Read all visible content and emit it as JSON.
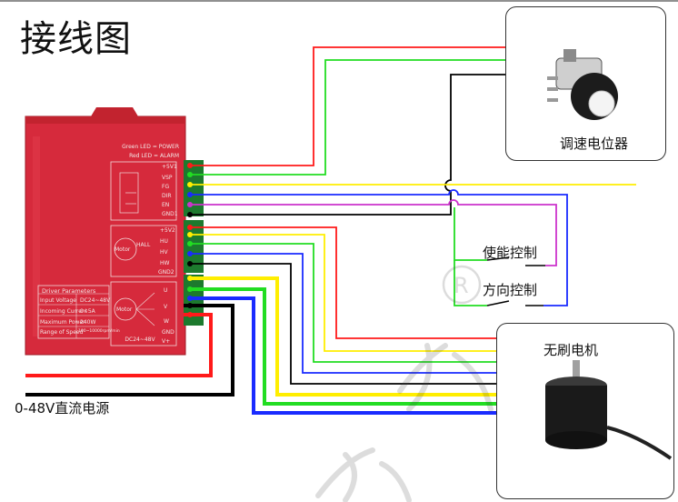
{
  "title": "接线图",
  "labels": {
    "potentiometer": "调速电位器",
    "motor": "无刷电机",
    "enable_control": "使能控制",
    "direction_control": "方向控制",
    "power_supply": "0-48V直流电源"
  },
  "driver_panel": {
    "led_green": "Green LED = POWER",
    "led_red": "Red LED = ALARM",
    "control_pins": [
      "+5V1",
      "VSP",
      "FG",
      "DIR",
      "EN",
      "GND1"
    ],
    "hall_pins": [
      "+5V2",
      "HU",
      "HV",
      "HW",
      "GND2"
    ],
    "motor_pins": [
      "U",
      "V",
      "W",
      "GND",
      "V+"
    ],
    "hall_label": "HALL",
    "motor_text": "Motor",
    "motor_voltage": "DC24~48V",
    "params_heading": "Driver Parameters",
    "params": [
      {
        "name": "Input Voltage",
        "value": "DC24~48V"
      },
      {
        "name": "Incoming Current",
        "value": "0~5A"
      },
      {
        "name": "Maximum Power",
        "value": "240W"
      },
      {
        "name": "Range of Speed",
        "value": "100~10000rpm/min"
      }
    ]
  },
  "colors": {
    "red": "#ff1a1a",
    "green": "#22dd22",
    "yellow": "#ffee00",
    "blue": "#1a2bff",
    "black": "#000000",
    "magenta": "#cc33cc",
    "driver_body": "#d62a3c"
  }
}
